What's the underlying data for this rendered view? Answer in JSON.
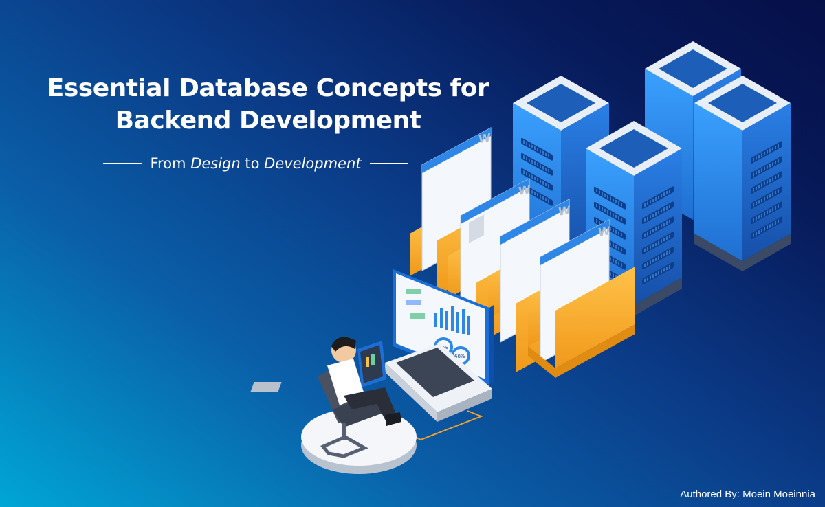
{
  "title_line1": "Essential Database Concepts for",
  "title_line2": "Backend Development",
  "subtitle": {
    "prefix": "From ",
    "word1": "Design",
    "middle": " to ",
    "word2": "Development"
  },
  "author": "Authored By: Moein Moeinnia",
  "document_mark": "W",
  "gauges": [
    "50%",
    "60%"
  ],
  "colors": {
    "background_top": "#060f48",
    "background_bottom": "#00a6d6",
    "server_blue": "#1e73d8",
    "folder_orange": "#f5a623",
    "cable": "#f0a030"
  },
  "icons": [
    "server-rack-icon",
    "folder-icon",
    "document-icon",
    "monitor-icon",
    "laptop-icon",
    "tablet-icon",
    "person-icon",
    "chair-icon"
  ]
}
